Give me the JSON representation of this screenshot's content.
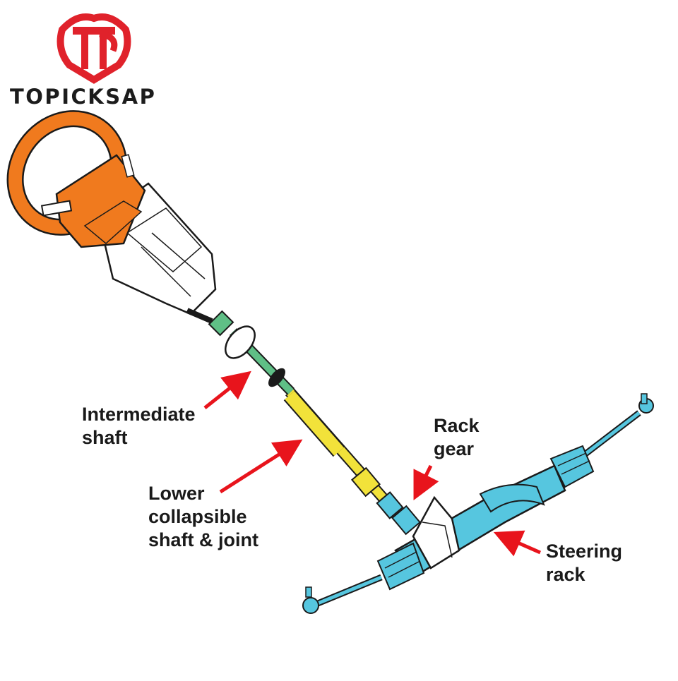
{
  "brand": {
    "name": "TOPICKSAP",
    "accent_color": "#e0222b",
    "logo_icon": "tp-shield-logo-icon"
  },
  "colors": {
    "steering_wheel": "#f07a1e",
    "intermediate_shaft": "#5fbf86",
    "lower_shaft": "#f2e23a",
    "steering_rack": "#56c6df",
    "arrow": "#e8141c",
    "outline": "#1a1a1a"
  },
  "labels": {
    "intermediate_shaft": [
      "Intermediate",
      "shaft"
    ],
    "lower_shaft": [
      "Lower",
      "collapsible",
      "shaft & joint"
    ],
    "rack_gear": [
      "Rack",
      "gear"
    ],
    "steering_rack": [
      "Steering",
      "rack"
    ]
  }
}
